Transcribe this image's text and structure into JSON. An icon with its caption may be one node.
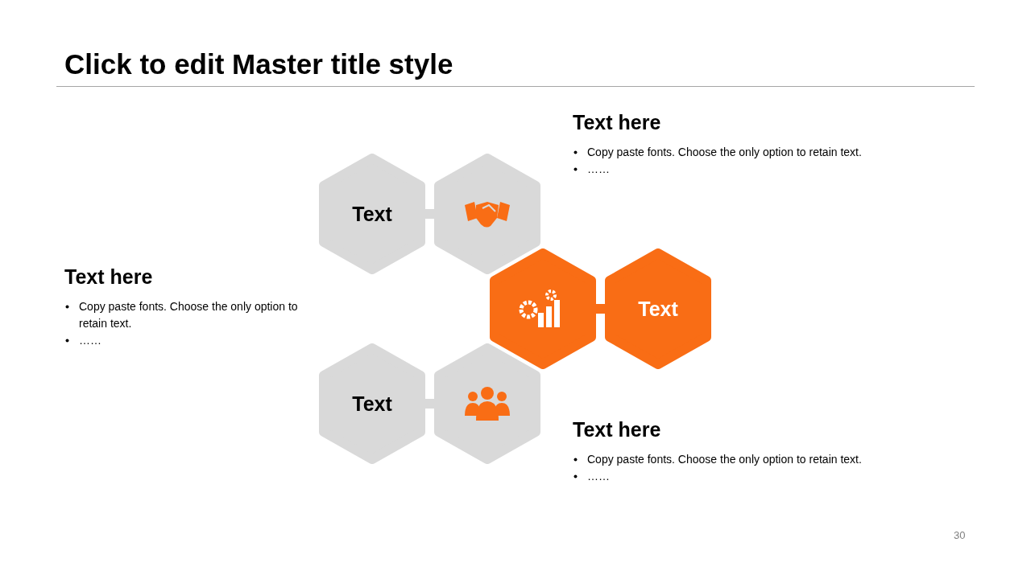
{
  "diagram": {
    "title": "Click to edit Master title style",
    "nodes": [
      {
        "text": [
          "Text"
        ]
      },
      {
        "text": [],
        "shape": "hexagon"
      },
      {
        "text": [],
        "shape": "hexagon"
      },
      {
        "text": [
          "Text"
        ]
      },
      {
        "text": [
          "Text"
        ]
      },
      {
        "text": [],
        "shape": "hexagon"
      }
    ],
    "edges": [
      {
        "from": 0,
        "to": 1,
        "arrow": "none"
      },
      {
        "from": 2,
        "to": 3,
        "arrow": "none",
        "color": "#f96d15"
      },
      {
        "from": 4,
        "to": 5,
        "arrow": "none"
      }
    ],
    "labels": [
      "Text here",
      "Copy paste fonts. Choose the only option to retain text.",
      "……",
      "Text here",
      "Copy paste fonts. Choose the only option to retain text.",
      "……",
      "Text here",
      "Copy paste fonts. Choose the only option to retain text.",
      "……",
      "30"
    ]
  }
}
